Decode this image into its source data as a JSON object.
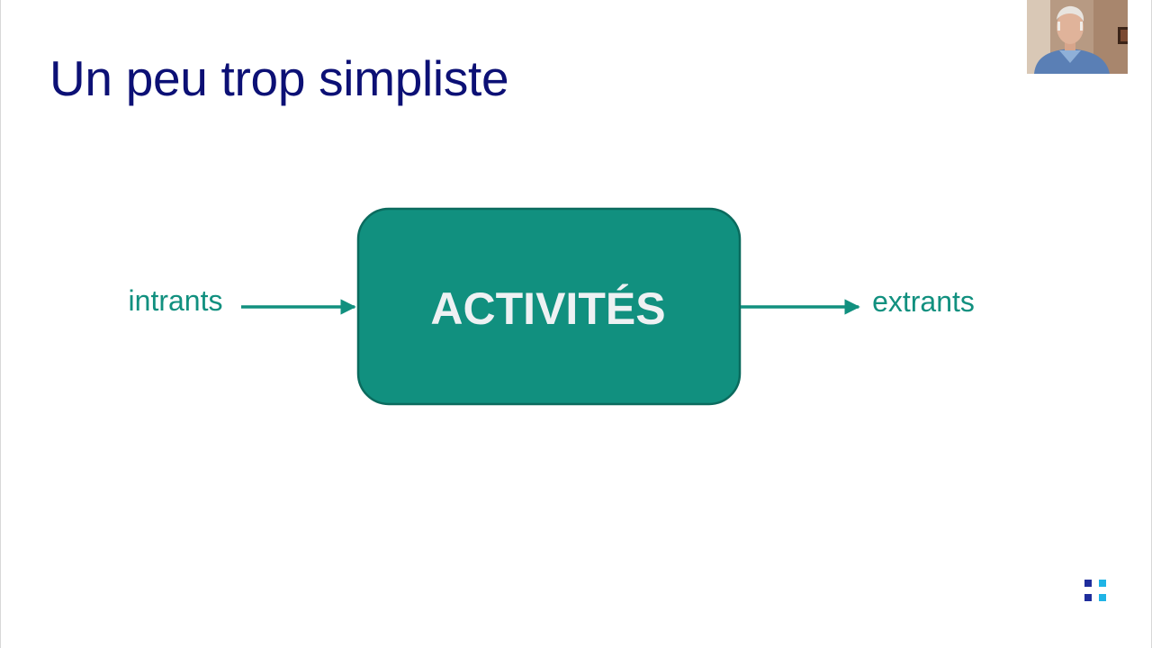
{
  "slide": {
    "title": "Un peu trop simpliste"
  },
  "diagram": {
    "input_label": "intrants",
    "process_label": "ACTIVITÉS",
    "output_label": "extrants"
  },
  "colors": {
    "title": "#0c1075",
    "accent": "#11907f",
    "box_border": "#0b6b5e",
    "box_text": "#eef1f3"
  },
  "webcam": {
    "icon": "presenter-video-thumbnail"
  },
  "logo": {
    "icon": "four-squares-logo"
  }
}
